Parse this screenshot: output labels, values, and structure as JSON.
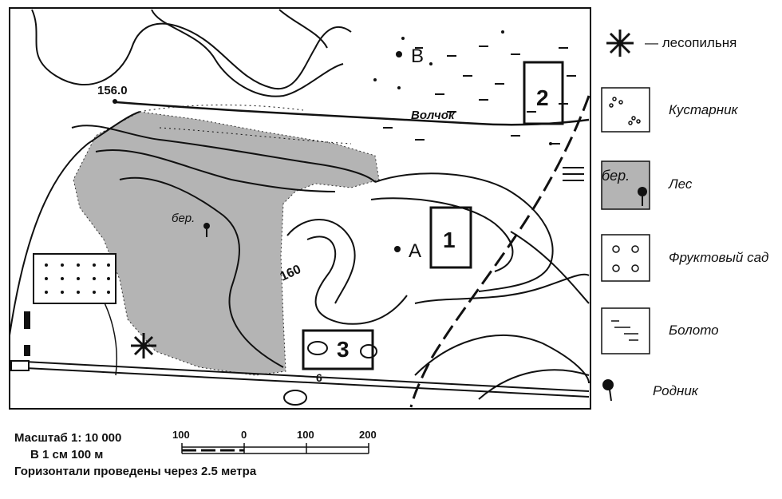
{
  "map": {
    "spot_height": "156.0",
    "contour_label": "160",
    "road_number": "6",
    "river_name": "Волчок",
    "forest_label": "бер.",
    "point_a": "A",
    "point_b": "B",
    "area_1": "1",
    "area_2": "2",
    "area_3": "3"
  },
  "legend": {
    "sawmill": "— лесопильня",
    "shrub": "Кустарник",
    "forest": "Лес",
    "forest_symbol": "бер.",
    "orchard": "Фруктовый сад",
    "swamp": "Болото",
    "spring": "Родник"
  },
  "scale": {
    "line1": "Масштаб  1: 10 000",
    "line2": "В 1 см 100 м",
    "line3": "Горизонтали проведены через 2.5 метра",
    "ticks": [
      "100",
      "0",
      "100",
      "200"
    ]
  }
}
